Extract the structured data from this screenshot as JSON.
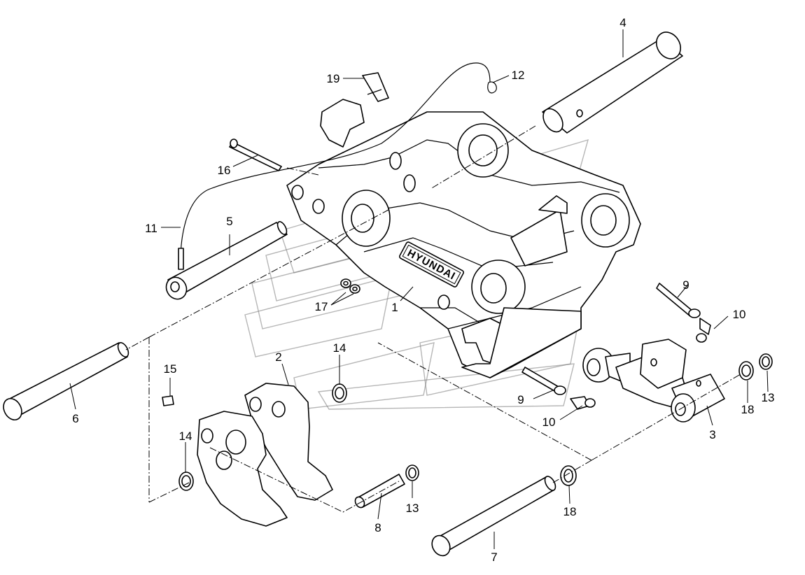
{
  "diagram": {
    "brand_plate_text": "HYUNDAI",
    "callouts": [
      "1",
      "2",
      "3",
      "4",
      "5",
      "6",
      "7",
      "8",
      "9",
      "9",
      "10",
      "10",
      "11",
      "12",
      "13",
      "13",
      "14",
      "14",
      "15",
      "16",
      "17",
      "18",
      "18",
      "19"
    ]
  }
}
